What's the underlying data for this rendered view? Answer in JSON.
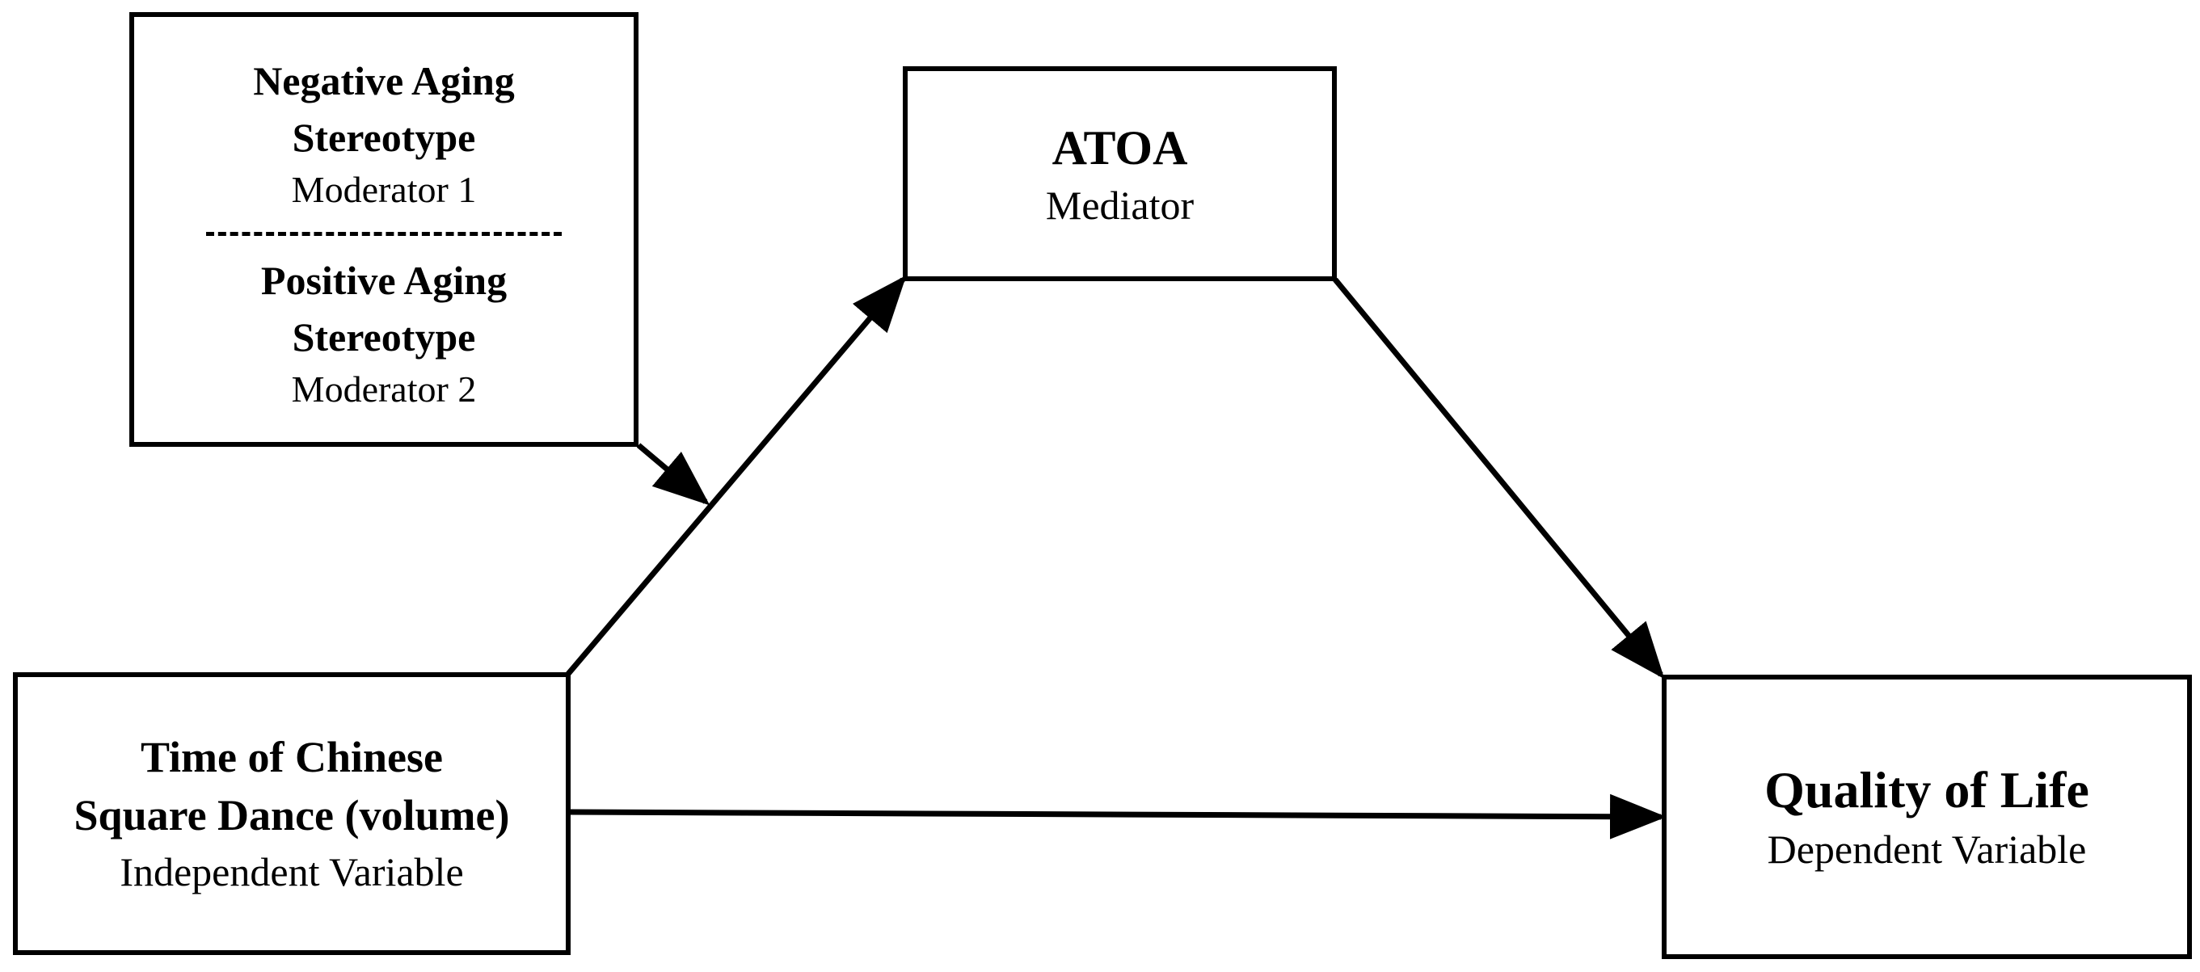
{
  "diagram": {
    "nodes": {
      "moderator": {
        "title_1": "Negative Aging",
        "title_1b": "Stereotype",
        "sub_1": "Moderator 1",
        "title_2": "Positive Aging",
        "title_2b": "Stereotype",
        "sub_2": "Moderator 2"
      },
      "mediator": {
        "title": "ATOA",
        "sub": "Mediator"
      },
      "independent": {
        "title_line1": "Time of Chinese",
        "title_line2": "Square Dance (volume)",
        "sub": "Independent Variable"
      },
      "dependent": {
        "title": "Quality of Life",
        "sub": "Dependent Variable"
      }
    },
    "edges": [
      {
        "from": "independent",
        "to": "mediator"
      },
      {
        "from": "mediator",
        "to": "dependent"
      },
      {
        "from": "independent",
        "to": "dependent"
      },
      {
        "from": "moderator",
        "to": "independent-mediator-path"
      }
    ],
    "colors": {
      "stroke": "#000000",
      "background": "#ffffff"
    }
  }
}
